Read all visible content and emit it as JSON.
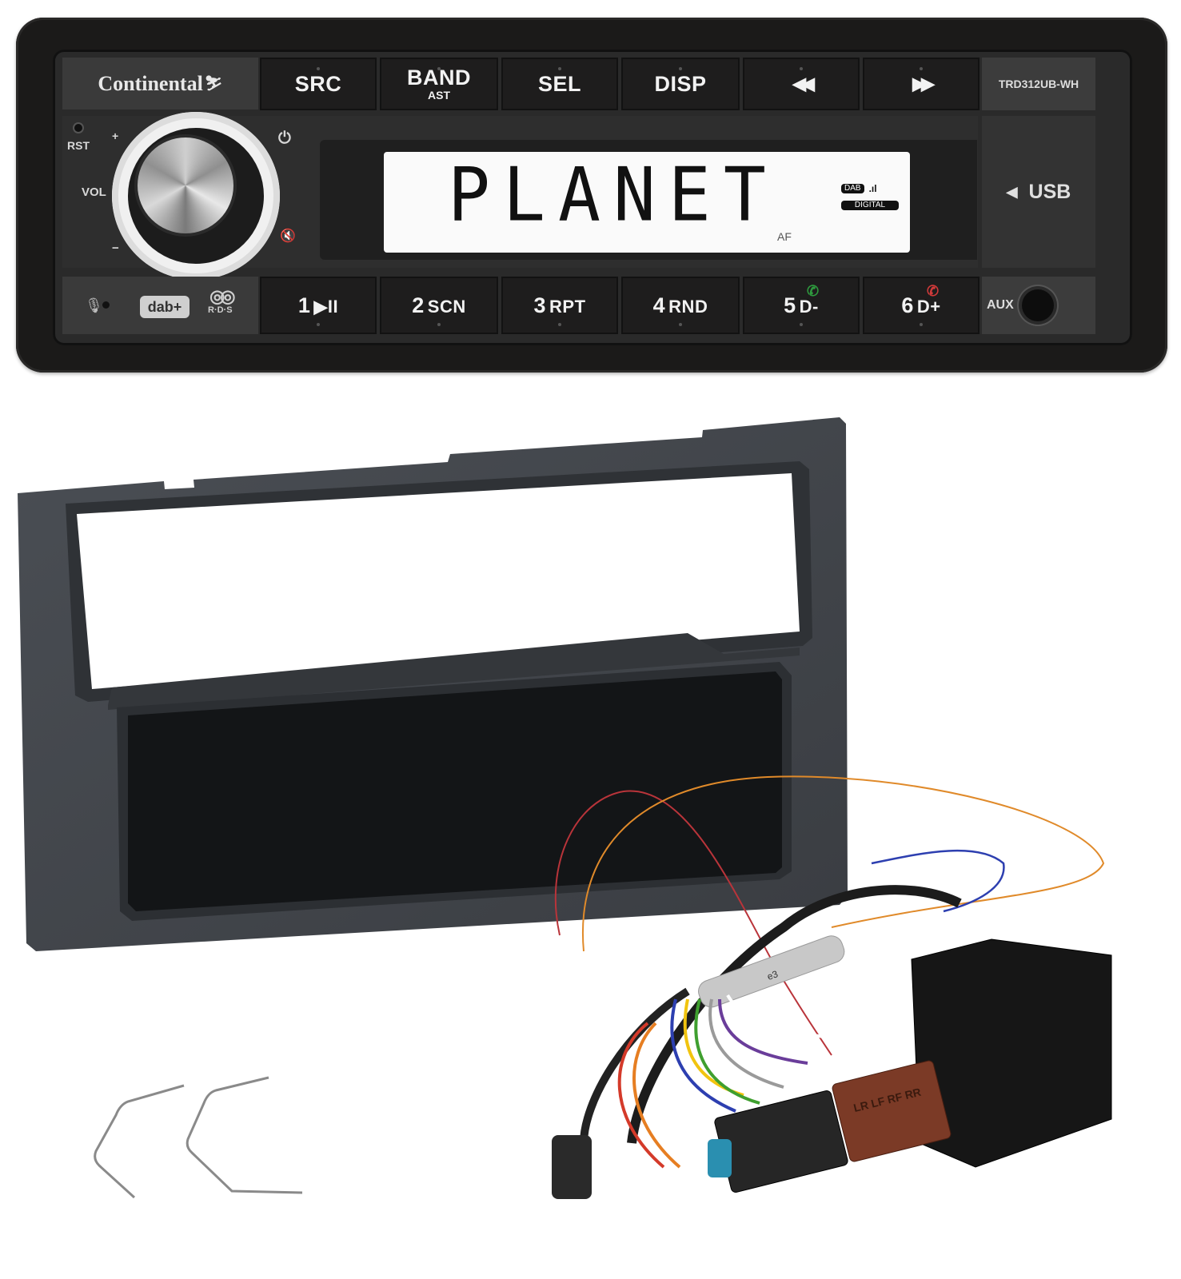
{
  "product": {
    "brand": "Continental",
    "model": "TRD312UB-WH",
    "items": [
      "car-radio",
      "mounting-frame",
      "iso-wiring-harness-with-antenna-adapter",
      "radio-removal-keys"
    ]
  },
  "radio": {
    "brand_logo": "Continental",
    "model_label": "TRD312UB-WH",
    "top_buttons": [
      {
        "label": "SRC",
        "sub": ""
      },
      {
        "label": "BAND",
        "sub": "AST"
      },
      {
        "label": "SEL",
        "sub": ""
      },
      {
        "label": "DISP",
        "sub": ""
      },
      {
        "label": "◀◀",
        "sub": ""
      },
      {
        "label": "▶▶",
        "sub": ""
      }
    ],
    "preset_buttons": [
      {
        "num": "1",
        "label": "▶II"
      },
      {
        "num": "2",
        "label": "SCN"
      },
      {
        "num": "3",
        "label": "RPT"
      },
      {
        "num": "4",
        "label": "RND"
      },
      {
        "num": "5",
        "label": "D-"
      },
      {
        "num": "6",
        "label": "D+"
      }
    ],
    "knob_labels": {
      "reset": "RST",
      "volume": "VOL",
      "plus": "+",
      "minus": "−"
    },
    "power_icon": "⏻",
    "mute_icon": "🔇",
    "display": {
      "text": "PLANET",
      "badge_dab": "DAB",
      "signal": ".ıl",
      "badge_digital": "DIGITAL",
      "af": "AF"
    },
    "usb_label": "USB",
    "usb_arrow": "◀",
    "aux_label": "AUX",
    "logos": {
      "dab": "dab+",
      "rds": "R·D·S"
    },
    "call_accept_color": "#2e9a3e",
    "call_reject_color": "#d23a3a"
  },
  "harness": {
    "iso_connector_labels": [
      "LR",
      "LF",
      "RF",
      "RR"
    ],
    "filter_marking": "e3",
    "wire_colors": [
      "#c0392b",
      "#e67e22",
      "#1f3fa8",
      "#6a3d9a",
      "#3f9f2f",
      "#f1c40f",
      "#ffffff",
      "#111111"
    ],
    "fakra_color": "#2a8fb0",
    "iso_brown_color": "#7b3a26"
  }
}
